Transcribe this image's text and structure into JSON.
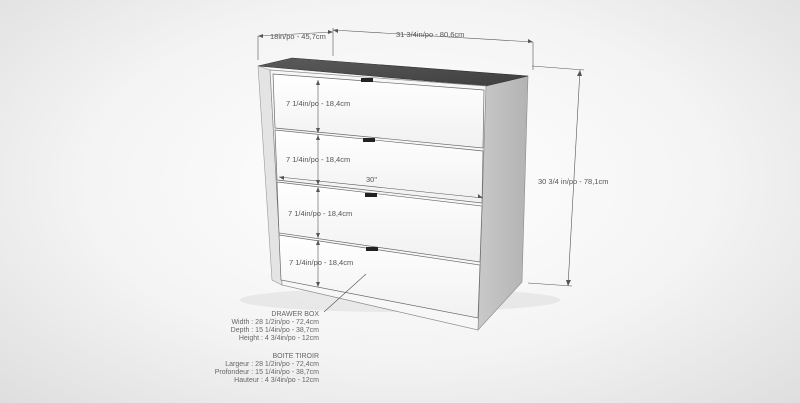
{
  "dimensions": {
    "depth_top": "18in/po - 45,7cm",
    "width_top": "31 3/4in/po - 80,6cm",
    "height_side": "30 3/4 in/po - 78,1cm",
    "inner_width": "30\"",
    "drawer_1": "7 1/4in/po - 18,4cm",
    "drawer_2": "7 1/4in/po - 18,4cm",
    "drawer_3": "7 1/4in/po - 18,4cm",
    "drawer_4": "7 1/4in/po - 18,4cm"
  },
  "drawer_box_en": {
    "title": "DRAWER BOX",
    "width": "Width : 28 1/2in/po - 72,4cm",
    "depth": "Depth : 15 1/4in/po - 38,7cm",
    "height": "Height : 4 3/4in/po - 12cm"
  },
  "drawer_box_fr": {
    "title": "BOITE TIROIR",
    "width": "Largeur : 28 1/2in/po - 72,4cm",
    "depth": "Profondeur : 15 1/4in/po - 38,7cm",
    "height": "Hauteur : 4 3/4in/po - 12cm"
  }
}
